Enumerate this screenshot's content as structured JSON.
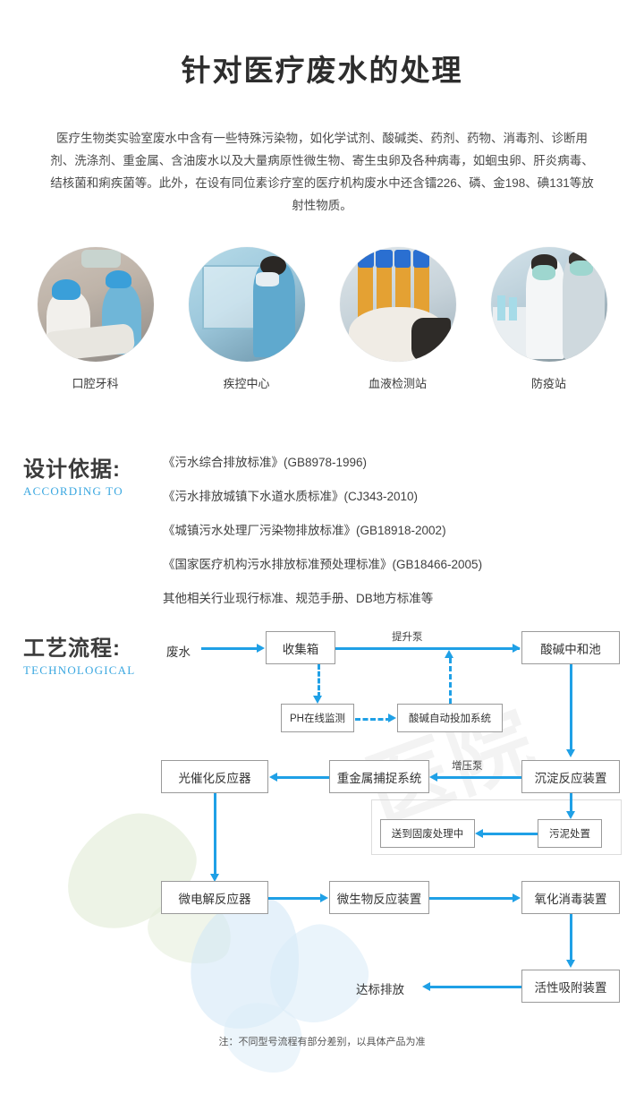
{
  "header": {
    "title": "针对医疗废水的处理",
    "intro": "医疗生物类实验室废水中含有一些特殊污染物，如化学试剂、酸碱类、药剂、药物、消毒剂、诊断用剂、洗涤剂、重金属、含油废水以及大量病原性微生物、寄生虫卵及各种病毒，如蛔虫卵、肝炎病毒、结核菌和痢疾菌等。此外，在设有同位素诊疗室的医疗机构废水中还含镭226、磷、金198、碘131等放射性物质。"
  },
  "photos": [
    {
      "label": "口腔牙科"
    },
    {
      "label": "疾控中心"
    },
    {
      "label": "血液检测站"
    },
    {
      "label": "防疫站"
    }
  ],
  "basis": {
    "heading_cn": "设计依据:",
    "heading_en": "ACCORDING TO",
    "items": [
      "《污水综合排放标准》(GB8978-1996)",
      "《污水排放城镇下水道水质标准》(CJ343-2010)",
      "《城镇污水处理厂污染物排放标准》(GB18918-2002)",
      "《国家医疗机构污水排放标准预处理标准》(GB18466-2005)",
      "其他相关行业现行标准、规范手册、DB地方标准等"
    ]
  },
  "flow": {
    "heading_cn": "工艺流程:",
    "heading_en": "TECHNOLOGICAL",
    "nodes": {
      "influent": "废水",
      "collection_tank": "收集箱",
      "ph_monitor": "PH在线监测",
      "dosing_system": "酸碱自动投加系统",
      "neutralization_tank": "酸碱中和池",
      "sedimentation": "沉淀反应装置",
      "sludge_treatment": "污泥处置",
      "solid_waste": "送到固废处理中",
      "metal_capture": "重金属捕捉系统",
      "photocatalytic": "光催化反应器",
      "microelectrolysis": "微电解反应器",
      "bio_reactor": "微生物反应装置",
      "oxidation_disinfection": "氧化消毒装置",
      "adsorption": "活性吸附装置",
      "effluent": "达标排放"
    },
    "edge_labels": {
      "lift_pump": "提升泵",
      "booster_pump": "增压泵"
    },
    "footnote": "注：不同型号流程有部分差别，以具体产品为准"
  },
  "watermark": {
    "text": "医院"
  },
  "colors": {
    "accent_blue": "#1fa0e6",
    "heading_dark": "#3b3b3b",
    "en_blue": "#3aa7e0",
    "box_border": "#9a9a9a"
  }
}
